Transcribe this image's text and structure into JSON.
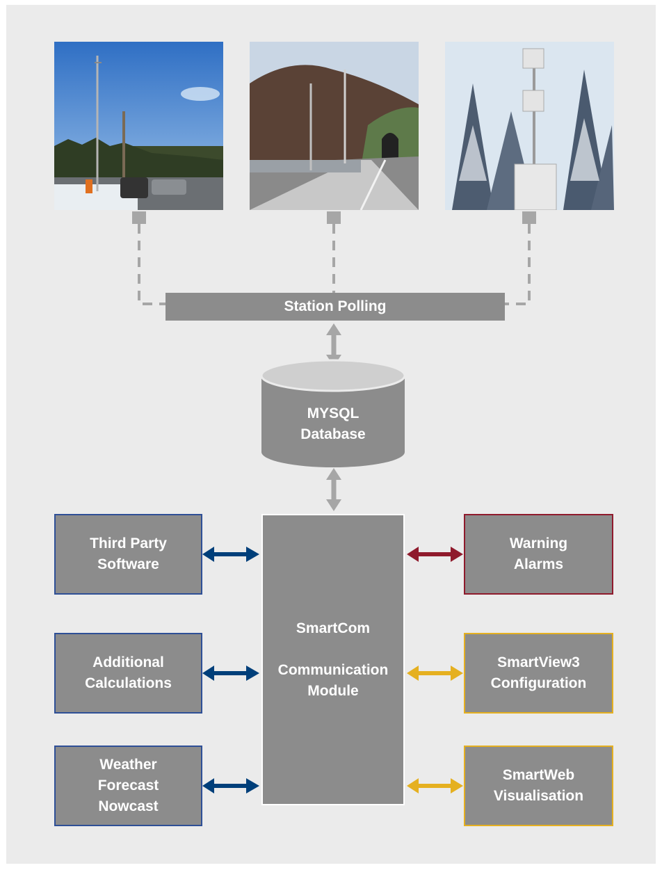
{
  "photos": [
    {
      "label": "weather-station-tower-photo"
    },
    {
      "label": "bridge-tunnel-photo"
    },
    {
      "label": "snowy-forest-sensor-photo"
    }
  ],
  "polling": {
    "label": "Station Polling"
  },
  "database": {
    "line1": "MYSQL",
    "line2": "Database"
  },
  "smartcom": {
    "line1": "SmartCom",
    "line2": "Communication",
    "line3": "Module"
  },
  "left_boxes": [
    {
      "line1": "Third Party",
      "line2": "Software",
      "line3": ""
    },
    {
      "line1": "Additional",
      "line2": "Calculations",
      "line3": ""
    },
    {
      "line1": "Weather",
      "line2": "Forecast",
      "line3": "Nowcast"
    }
  ],
  "right_boxes": [
    {
      "line1": "Warning",
      "line2": "Alarms"
    },
    {
      "line1": "SmartView3",
      "line2": "Configuration"
    },
    {
      "line1": "SmartWeb",
      "line2": "Visualisation"
    }
  ],
  "colors": {
    "blue": "#003f7a",
    "red": "#8f1a2c",
    "gold": "#e5b020",
    "gray": "#8c8c8c",
    "connector": "#a6a6a6"
  }
}
